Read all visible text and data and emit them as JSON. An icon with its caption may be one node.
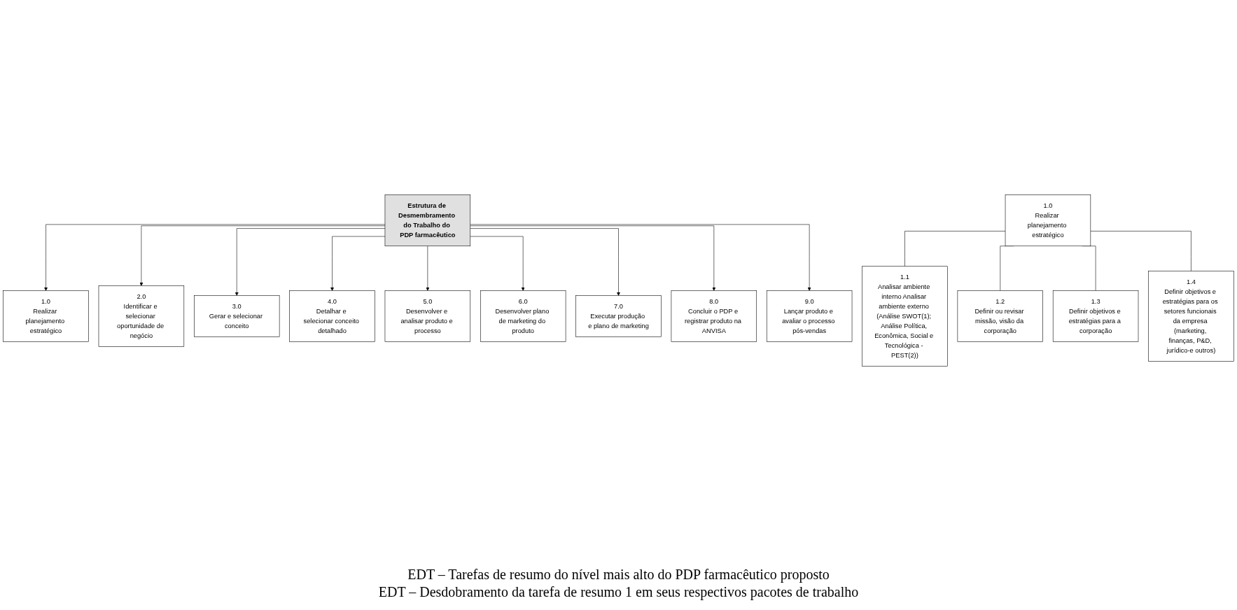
{
  "diagram": {
    "nodes": [
      {
        "text": [
          "Estrutura de Desmembramento do Trabalho do PDP farmacêutico"
        ]
      },
      {
        "text": [
          "1.0",
          "Realizar planejamento estratégico"
        ]
      },
      {
        "text": [
          "2.0",
          "Identificar e selecionar oportunidade de negócio"
        ]
      },
      {
        "text": [
          "3.0",
          "Gerar e selecionar conceito"
        ]
      },
      {
        "text": [
          "4.0",
          "Detalhar e selecionar conceito detalhado"
        ]
      },
      {
        "text": [
          "5.0",
          "Desenvolver e analisar produto e processo"
        ]
      },
      {
        "text": [
          "6.0",
          "Desenvolver plano de marketing do produto"
        ]
      },
      {
        "text": [
          "7.0",
          "Executar produção e plano de marketing"
        ]
      },
      {
        "text": [
          "8.0",
          "Concluir o PDP e registrar produto na ANVISA"
        ]
      },
      {
        "text": [
          "9.0",
          "Lançar produto e avaliar o processo pós-vendas"
        ]
      },
      {
        "text": [
          "1.0",
          "Realizar planejamento estratégico"
        ]
      },
      {
        "text": [
          "1.1",
          "Analisar ambiente interno Analisar ambiente externo (Análise SWOT(1); Análise Política, Econômica, Social e Tecnológica - PEST(2))"
        ]
      },
      {
        "text": [
          "1.2",
          "Definir ou revisar missão, visão da corporação"
        ]
      },
      {
        "text": [
          "1.3",
          "Definir objetivos e estratégias para a corporação"
        ]
      },
      {
        "text": [
          "1.4",
          "Definir objetivos e estratégias para os setores funcionais da empresa (marketing, finanças, P&D, jurídico-e outros)"
        ]
      }
    ],
    "edges": [
      {
        "from": 0,
        "to": 1,
        "arrow": "to"
      },
      {
        "from": 0,
        "to": 2,
        "arrow": "to"
      },
      {
        "from": 0,
        "to": 3,
        "arrow": "to"
      },
      {
        "from": 0,
        "to": 4,
        "arrow": "to"
      },
      {
        "from": 0,
        "to": 5,
        "arrow": "to"
      },
      {
        "from": 0,
        "to": 6,
        "arrow": "to"
      },
      {
        "from": 0,
        "to": 7,
        "arrow": "to"
      },
      {
        "from": 0,
        "to": 8,
        "arrow": "to"
      },
      {
        "from": 0,
        "to": 9,
        "arrow": "to"
      },
      {
        "from": 10,
        "to": 11,
        "arrow": "none"
      },
      {
        "from": 10,
        "to": 12,
        "arrow": "none"
      },
      {
        "from": 10,
        "to": 13,
        "arrow": "none"
      },
      {
        "from": 10,
        "to": 14,
        "arrow": "none"
      }
    ],
    "labels": [
      "EDT – Tarefas de resumo do nível mais alto do PDP farmacêutico proposto",
      "EDT – Desdobramento da tarefa de resumo 1 em seus respectivos pacotes de trabalho"
    ]
  }
}
